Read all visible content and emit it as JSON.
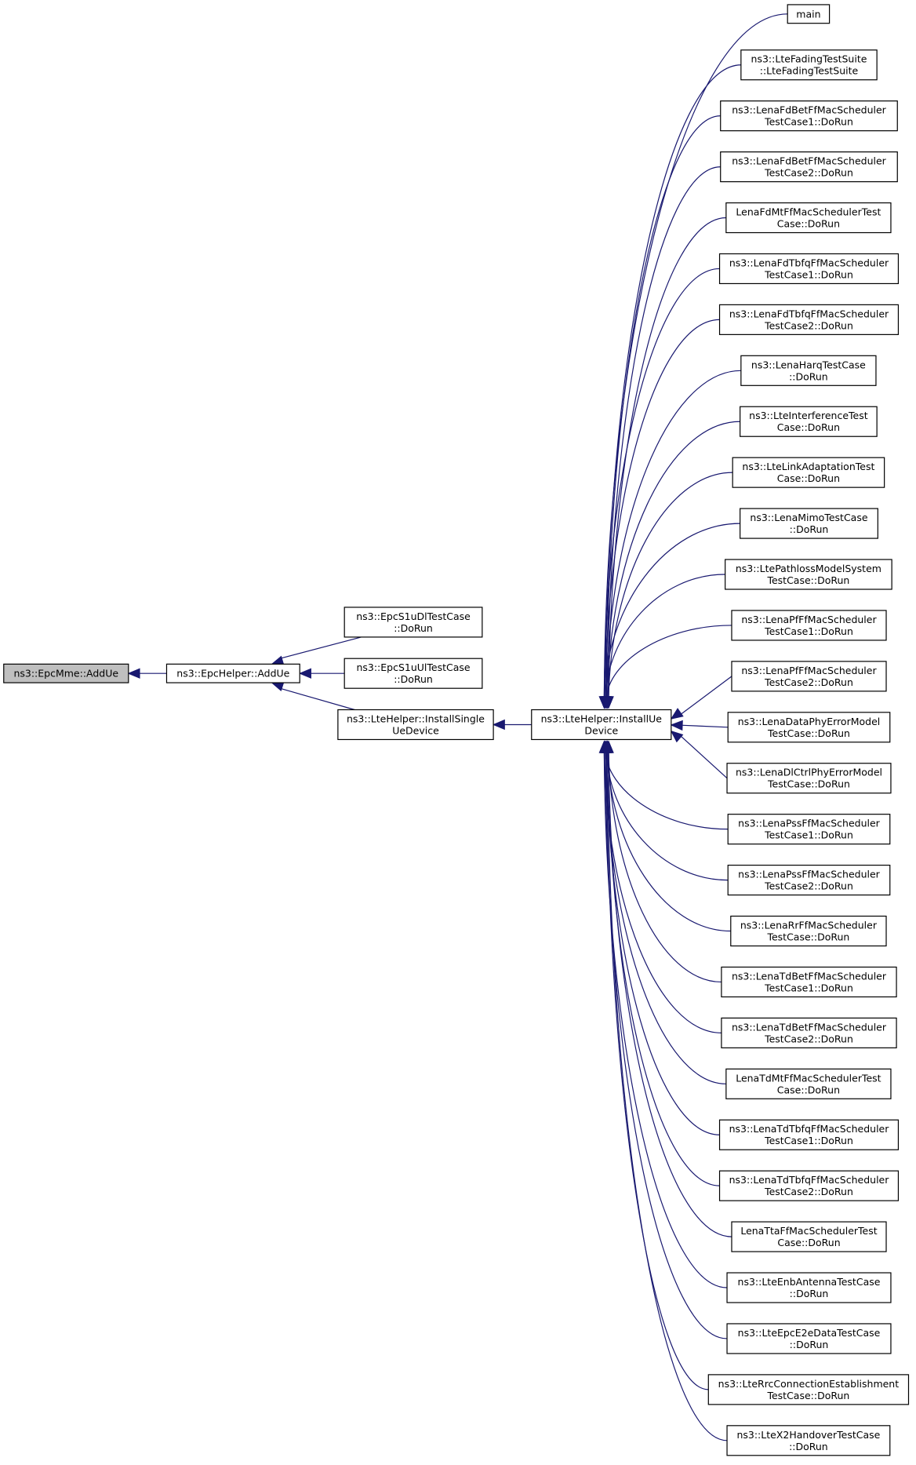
{
  "colors": {
    "edge": "#191970",
    "root_fill": "#bfbfbf",
    "node_fill": "#ffffff",
    "node_border": "#000000"
  },
  "nodes": [
    {
      "id": "epcmme_addue",
      "lines": [
        "ns3::EpcMme::AddUe"
      ],
      "root": true
    },
    {
      "id": "epchelper_addue",
      "lines": [
        "ns3::EpcHelper::AddUe"
      ]
    },
    {
      "id": "epcs1udl",
      "lines": [
        "ns3::EpcS1uDlTestCase",
        "::DoRun"
      ]
    },
    {
      "id": "epcs1uul",
      "lines": [
        "ns3::EpcS1uUlTestCase",
        "::DoRun"
      ]
    },
    {
      "id": "installsingle",
      "lines": [
        "ns3::LteHelper::InstallSingle",
        "UeDevice"
      ]
    },
    {
      "id": "installue",
      "lines": [
        "ns3::LteHelper::InstallUe",
        "Device"
      ]
    },
    {
      "id": "main",
      "lines": [
        "main"
      ]
    },
    {
      "id": "fadingsuite",
      "lines": [
        "ns3::LteFadingTestSuite",
        "::LteFadingTestSuite"
      ]
    },
    {
      "id": "fdbet1",
      "lines": [
        "ns3::LenaFdBetFfMacScheduler",
        "TestCase1::DoRun"
      ]
    },
    {
      "id": "fdbet2",
      "lines": [
        "ns3::LenaFdBetFfMacScheduler",
        "TestCase2::DoRun"
      ]
    },
    {
      "id": "fdmt",
      "lines": [
        "LenaFdMtFfMacSchedulerTest",
        "Case::DoRun"
      ]
    },
    {
      "id": "fdtbfq1",
      "lines": [
        "ns3::LenaFdTbfqFfMacScheduler",
        "TestCase1::DoRun"
      ]
    },
    {
      "id": "fdtbfq2",
      "lines": [
        "ns3::LenaFdTbfqFfMacScheduler",
        "TestCase2::DoRun"
      ]
    },
    {
      "id": "harq",
      "lines": [
        "ns3::LenaHarqTestCase",
        "::DoRun"
      ]
    },
    {
      "id": "interference",
      "lines": [
        "ns3::LteInterferenceTest",
        "Case::DoRun"
      ]
    },
    {
      "id": "linkadapt",
      "lines": [
        "ns3::LteLinkAdaptationTest",
        "Case::DoRun"
      ]
    },
    {
      "id": "mimo",
      "lines": [
        "ns3::LenaMimoTestCase",
        "::DoRun"
      ]
    },
    {
      "id": "pathloss",
      "lines": [
        "ns3::LtePathlossModelSystem",
        "TestCase::DoRun"
      ]
    },
    {
      "id": "pf1",
      "lines": [
        "ns3::LenaPfFfMacScheduler",
        "TestCase1::DoRun"
      ]
    },
    {
      "id": "pf2",
      "lines": [
        "ns3::LenaPfFfMacScheduler",
        "TestCase2::DoRun"
      ]
    },
    {
      "id": "dataphy",
      "lines": [
        "ns3::LenaDataPhyErrorModel",
        "TestCase::DoRun"
      ]
    },
    {
      "id": "dlctrl",
      "lines": [
        "ns3::LenaDlCtrlPhyErrorModel",
        "TestCase::DoRun"
      ]
    },
    {
      "id": "pss1",
      "lines": [
        "ns3::LenaPssFfMacScheduler",
        "TestCase1::DoRun"
      ]
    },
    {
      "id": "pss2",
      "lines": [
        "ns3::LenaPssFfMacScheduler",
        "TestCase2::DoRun"
      ]
    },
    {
      "id": "rr",
      "lines": [
        "ns3::LenaRrFfMacScheduler",
        "TestCase::DoRun"
      ]
    },
    {
      "id": "tdbet1",
      "lines": [
        "ns3::LenaTdBetFfMacScheduler",
        "TestCase1::DoRun"
      ]
    },
    {
      "id": "tdbet2",
      "lines": [
        "ns3::LenaTdBetFfMacScheduler",
        "TestCase2::DoRun"
      ]
    },
    {
      "id": "tdmt",
      "lines": [
        "LenaTdMtFfMacSchedulerTest",
        "Case::DoRun"
      ]
    },
    {
      "id": "tdtbfq1",
      "lines": [
        "ns3::LenaTdTbfqFfMacScheduler",
        "TestCase1::DoRun"
      ]
    },
    {
      "id": "tdtbfq2",
      "lines": [
        "ns3::LenaTdTbfqFfMacScheduler",
        "TestCase2::DoRun"
      ]
    },
    {
      "id": "tta",
      "lines": [
        "LenaTtaFfMacSchedulerTest",
        "Case::DoRun"
      ]
    },
    {
      "id": "enbantenna",
      "lines": [
        "ns3::LteEnbAntennaTestCase",
        "::DoRun"
      ]
    },
    {
      "id": "epce2e",
      "lines": [
        "ns3::LteEpcE2eDataTestCase",
        "::DoRun"
      ]
    },
    {
      "id": "rrcconn",
      "lines": [
        "ns3::LteRrcConnectionEstablishment",
        "TestCase::DoRun"
      ]
    },
    {
      "id": "x2handover",
      "lines": [
        "ns3::LteX2HandoverTestCase",
        "::DoRun"
      ]
    }
  ],
  "edges": [
    [
      "epchelper_addue",
      "epcmme_addue"
    ],
    [
      "epcs1udl",
      "epchelper_addue"
    ],
    [
      "epcs1uul",
      "epchelper_addue"
    ],
    [
      "installsingle",
      "epchelper_addue"
    ],
    [
      "installue",
      "installsingle"
    ],
    [
      "main",
      "installue"
    ],
    [
      "fadingsuite",
      "installue"
    ],
    [
      "fdbet1",
      "installue"
    ],
    [
      "fdbet2",
      "installue"
    ],
    [
      "fdmt",
      "installue"
    ],
    [
      "fdtbfq1",
      "installue"
    ],
    [
      "fdtbfq2",
      "installue"
    ],
    [
      "harq",
      "installue"
    ],
    [
      "interference",
      "installue"
    ],
    [
      "linkadapt",
      "installue"
    ],
    [
      "mimo",
      "installue"
    ],
    [
      "pathloss",
      "installue"
    ],
    [
      "pf1",
      "installue"
    ],
    [
      "pf2",
      "installue"
    ],
    [
      "dataphy",
      "installue"
    ],
    [
      "dlctrl",
      "installue"
    ],
    [
      "pss1",
      "installue"
    ],
    [
      "pss2",
      "installue"
    ],
    [
      "rr",
      "installue"
    ],
    [
      "tdbet1",
      "installue"
    ],
    [
      "tdbet2",
      "installue"
    ],
    [
      "tdmt",
      "installue"
    ],
    [
      "tdtbfq1",
      "installue"
    ],
    [
      "tdtbfq2",
      "installue"
    ],
    [
      "tta",
      "installue"
    ],
    [
      "enbantenna",
      "installue"
    ],
    [
      "epce2e",
      "installue"
    ],
    [
      "rrcconn",
      "installue"
    ],
    [
      "x2handover",
      "installue"
    ]
  ]
}
